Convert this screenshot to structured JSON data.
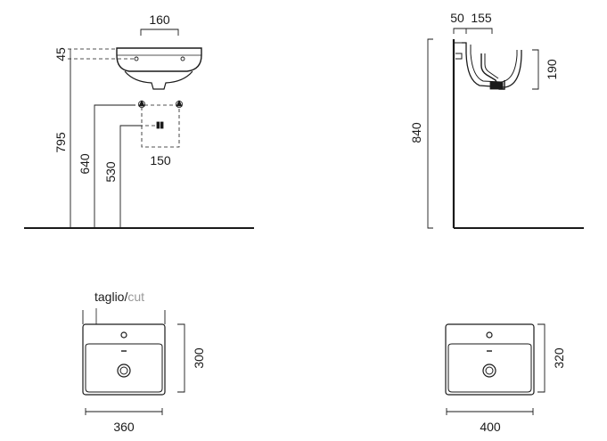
{
  "front_view": {
    "dims": {
      "top_width": "160",
      "overflow_height": "45",
      "total_height": "795",
      "supply_height": "640",
      "drain_height": "530",
      "supply_spacing": "150"
    }
  },
  "side_view": {
    "dims": {
      "wall_gap": "50",
      "depth_offset": "155",
      "bowl_height": "190",
      "total_height": "840"
    }
  },
  "plan_small": {
    "cut_label_a": "taglio/",
    "cut_label_b": "cut",
    "width": "360",
    "depth": "300"
  },
  "plan_large": {
    "width": "400",
    "depth": "320"
  },
  "colors": {
    "line": "#1a1a1a",
    "dash": "#4a4a4a",
    "cut_text": "#9a9a9a"
  },
  "icons": [
    "tap-valve-icon",
    "drain-valve-icon",
    "tap-hole-icon",
    "drain-hole-icon"
  ]
}
